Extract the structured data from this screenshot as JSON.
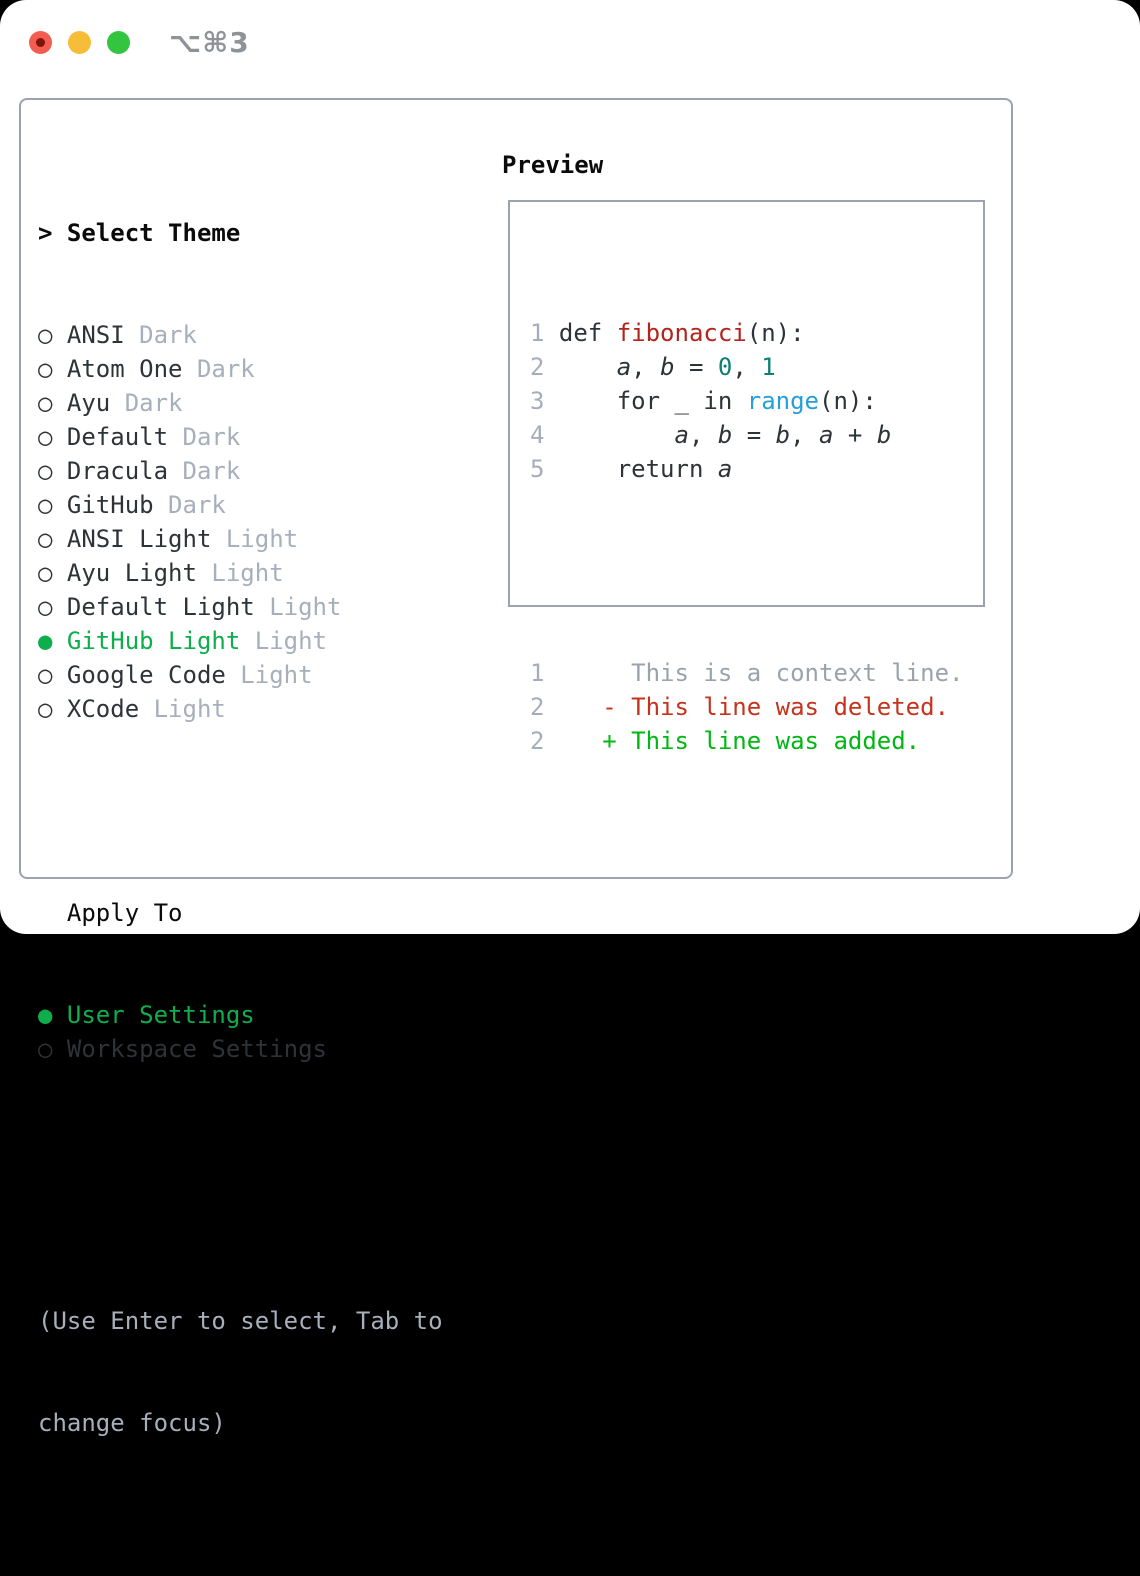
{
  "titlebar": {
    "title": "⌥⌘3",
    "traffic_lights": [
      "close",
      "minimize",
      "zoom"
    ]
  },
  "markers": {
    "header": "> ",
    "unselected": "○ ",
    "selected": "● ",
    "indent": "  "
  },
  "theme_picker": {
    "header": "Select Theme",
    "themes": [
      {
        "name": "ANSI",
        "tag": "Dark",
        "selected": false
      },
      {
        "name": "Atom One",
        "tag": "Dark",
        "selected": false
      },
      {
        "name": "Ayu",
        "tag": "Dark",
        "selected": false
      },
      {
        "name": "Default",
        "tag": "Dark",
        "selected": false
      },
      {
        "name": "Dracula",
        "tag": "Dark",
        "selected": false
      },
      {
        "name": "GitHub",
        "tag": "Dark",
        "selected": false
      },
      {
        "name": "ANSI Light",
        "tag": "Light",
        "selected": false
      },
      {
        "name": "Ayu Light",
        "tag": "Light",
        "selected": false
      },
      {
        "name": "Default Light",
        "tag": "Light",
        "selected": false
      },
      {
        "name": "GitHub Light",
        "tag": "Light",
        "selected": true
      },
      {
        "name": "Google Code",
        "tag": "Light",
        "selected": false
      },
      {
        "name": "XCode",
        "tag": "Light",
        "selected": false
      }
    ],
    "apply_to": {
      "header": "Apply To",
      "options": [
        {
          "label": "User Settings",
          "selected": true
        },
        {
          "label": "Workspace Settings",
          "selected": false
        }
      ]
    },
    "hint_lines": [
      "(Use Enter to select, Tab to",
      "change focus)"
    ]
  },
  "preview": {
    "header": "Preview",
    "code_lines": [
      {
        "num": "1",
        "segments": [
          {
            "text": " def ",
            "cls": "plain"
          },
          {
            "text": "fibonacci",
            "cls": "func"
          },
          {
            "text": "(n):",
            "cls": "plain"
          }
        ]
      },
      {
        "num": "2",
        "segments": [
          {
            "text": "     ",
            "cls": "plain"
          },
          {
            "text": "a",
            "cls": "var"
          },
          {
            "text": ", ",
            "cls": "plain"
          },
          {
            "text": "b",
            "cls": "var"
          },
          {
            "text": " = ",
            "cls": "plain"
          },
          {
            "text": "0",
            "cls": "lit"
          },
          {
            "text": ", ",
            "cls": "plain"
          },
          {
            "text": "1",
            "cls": "lit"
          }
        ]
      },
      {
        "num": "3",
        "segments": [
          {
            "text": "     for _ in ",
            "cls": "plain"
          },
          {
            "text": "range",
            "cls": "builtin"
          },
          {
            "text": "(n):",
            "cls": "plain"
          }
        ]
      },
      {
        "num": "4",
        "segments": [
          {
            "text": "         ",
            "cls": "plain"
          },
          {
            "text": "a",
            "cls": "var"
          },
          {
            "text": ", ",
            "cls": "plain"
          },
          {
            "text": "b",
            "cls": "var"
          },
          {
            "text": " = ",
            "cls": "plain"
          },
          {
            "text": "b",
            "cls": "var"
          },
          {
            "text": ", ",
            "cls": "plain"
          },
          {
            "text": "a",
            "cls": "var"
          },
          {
            "text": " + ",
            "cls": "plain"
          },
          {
            "text": "b",
            "cls": "var"
          }
        ]
      },
      {
        "num": "5",
        "segments": [
          {
            "text": "     return ",
            "cls": "plain"
          },
          {
            "text": "a",
            "cls": "var"
          }
        ]
      }
    ],
    "diff_lines": [
      {
        "num": "1",
        "segments": [
          {
            "text": "      This is a context line.",
            "cls": "ctx"
          }
        ]
      },
      {
        "num": "2",
        "segments": [
          {
            "text": "    - This line was deleted.",
            "cls": "del"
          }
        ]
      },
      {
        "num": "2",
        "segments": [
          {
            "text": "    + This line was added.",
            "cls": "add"
          }
        ]
      }
    ]
  },
  "colors": {
    "page_bg": "#000000",
    "window_bg": "#ffffff",
    "panel_border": "#9aa3ae",
    "heading": "#0b0b0b",
    "text": "#2e3338",
    "muted": "#a6afbb",
    "hint": "#a6afbb",
    "selected_green": "#0fae4c",
    "title_gray": "#8e9398",
    "traffic_red": "#f25c51",
    "traffic_red_dot": "#7c140c",
    "traffic_yellow": "#f7bd39",
    "traffic_green": "#33c53f",
    "line_number": "#a4aebb",
    "code_text": "#2e3338",
    "code_function": "#b3241c",
    "code_number": "#0c7f76",
    "code_builtin": "#269fd8",
    "diff_context": "#9aa3ad",
    "diff_deleted": "#c5331d",
    "diff_added": "#00b713"
  }
}
